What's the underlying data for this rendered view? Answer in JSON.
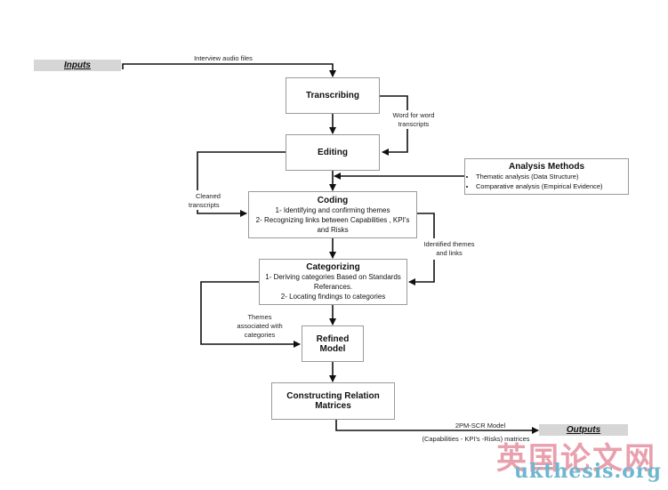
{
  "inputs": {
    "label": "Inputs"
  },
  "outputs": {
    "label": "Outputs"
  },
  "nodes": {
    "transcribing": {
      "title": "Transcribing"
    },
    "editing": {
      "title": "Editing"
    },
    "coding": {
      "title": "Coding",
      "lines": [
        "1- Identifying and confirming themes",
        "2- Recognizing links between Capabilities , KPI's",
        "and Risks"
      ]
    },
    "categorizing": {
      "title": "Categorizing",
      "lines": [
        "1- Deriving categories Based on Standards",
        "Referances.",
        "2- Locating findings to categories"
      ]
    },
    "refined_model": {
      "title": "Refined Model"
    },
    "constructing": {
      "title_line1": "Constructing Relation",
      "title_line2": "Matrices"
    },
    "analysis_methods": {
      "title": "Analysis Methods",
      "items": [
        "Thematic analysis (Data Structure)",
        "Comparative analysis (Empirical Evidence)"
      ]
    }
  },
  "edges": {
    "interview_audio": "Interview audio files",
    "word_for_word_1": "Word for word",
    "word_for_word_2": "transcripts",
    "cleaned_1": "Cleaned",
    "cleaned_2": "transcripts",
    "identified_1": "Identified themes",
    "identified_2": "and links",
    "themes_1": "Themes",
    "themes_2": "associated with",
    "themes_3": "categories",
    "model_1": "2PM-SCR Model",
    "model_2": "(Capabilities - KPI's -Risks) matrices"
  },
  "watermark": {
    "cn": "英国论文网",
    "url": "ukthesis.org"
  }
}
